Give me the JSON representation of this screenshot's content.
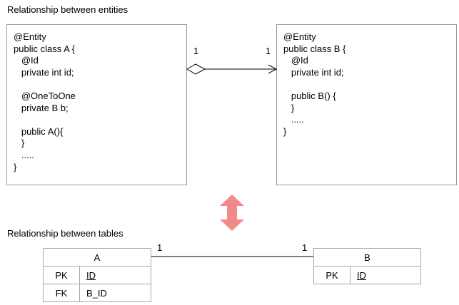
{
  "headings": {
    "entities": "Relationship between entities",
    "tables": "Relationship between tables"
  },
  "class_a": {
    "lines": [
      "@Entity",
      "public class A {",
      "   @Id",
      "   private int id;",
      "",
      "   @OneToOne",
      "   private B b;",
      "",
      "   public A(){",
      "   }",
      "   .....",
      "}"
    ]
  },
  "class_b": {
    "lines": [
      "@Entity",
      "public class B {",
      "   @Id",
      "   private int id;",
      "",
      "   public B() {",
      "   }",
      "   .....",
      "}"
    ]
  },
  "entity_association": {
    "source_multiplicity": "1",
    "target_multiplicity": "1"
  },
  "table_relation": {
    "left_multiplicity": "1",
    "right_multiplicity": "1"
  },
  "table_a": {
    "name": "A",
    "rows": [
      {
        "key": "PK",
        "column": "ID"
      },
      {
        "key": "FK",
        "column": "B_ID"
      }
    ]
  },
  "table_b": {
    "name": "B",
    "rows": [
      {
        "key": "PK",
        "column": "ID"
      }
    ]
  },
  "colors": {
    "box_border": "#9a9a9a",
    "double_arrow": "#f08a8a",
    "line": "#000000"
  },
  "icons": {
    "equivalence": "double-arrow-icon"
  }
}
